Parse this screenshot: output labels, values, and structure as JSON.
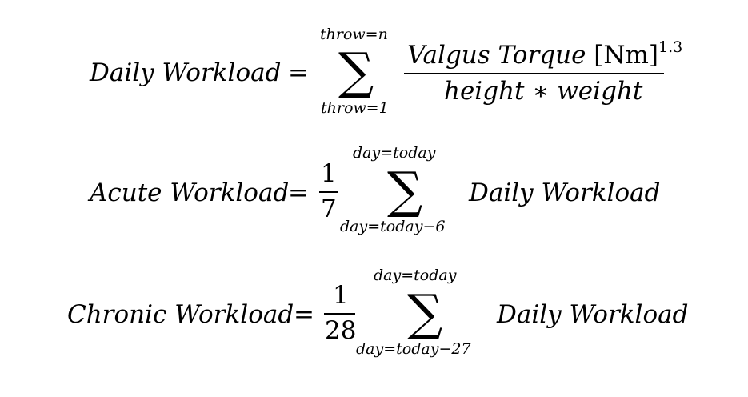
{
  "equations": [
    {
      "lhs": "Daily Workload",
      "eq": "=",
      "sum_upper": "throw=n",
      "sum_lower": "throw=1",
      "num_text": "Valgus Torque ",
      "num_unit": "[Nm]",
      "num_exp": "1.3",
      "den": "height ∗ weight"
    },
    {
      "lhs": "Acute Workload",
      "eq": "=",
      "coef_num": "1",
      "coef_den": "7",
      "sum_upper": "day=today",
      "sum_lower": "day=today−6",
      "rhs": "Daily Workload"
    },
    {
      "lhs": "Chronic Workload",
      "eq": "=",
      "coef_num": "1",
      "coef_den": "28",
      "sum_upper": "day=today",
      "sum_lower": "day=today−27",
      "rhs": "Daily Workload"
    }
  ]
}
